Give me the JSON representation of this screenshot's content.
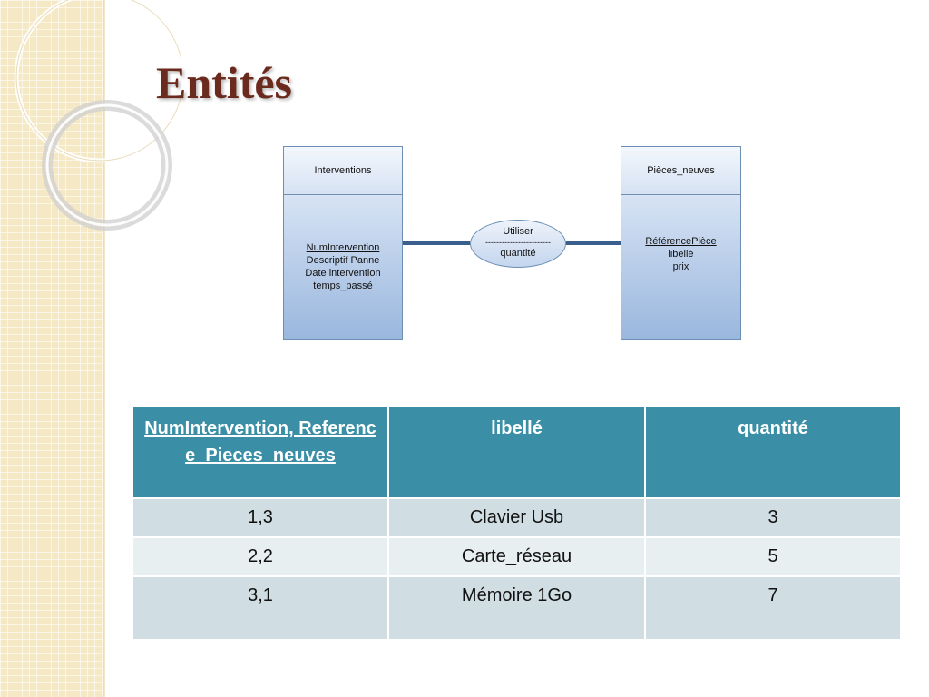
{
  "title": "Entités",
  "diagram": {
    "entity_left": {
      "name": "Interventions",
      "key": "NumIntervention",
      "attributes": [
        "Descriptif Panne",
        "Date intervention",
        "temps_passé"
      ]
    },
    "entity_right": {
      "name": "Pièces_neuves",
      "key": "RéférencePièce",
      "attributes": [
        "libellé",
        "prix"
      ]
    },
    "relation": {
      "name": "Utiliser",
      "separator": "------------------------",
      "attribute": "quantité"
    }
  },
  "table": {
    "headers": [
      "NumIntervention, Reference_Pieces_neuves",
      "libellé",
      "quantité"
    ],
    "rows": [
      [
        "1,3",
        "Clavier Usb",
        "3"
      ],
      [
        "2,2",
        "Carte_réseau",
        "5"
      ],
      [
        "3,1",
        "Mémoire 1Go",
        "7"
      ]
    ]
  },
  "colors": {
    "title": "#6b2a1e",
    "table_header": "#3a8fa6",
    "row_dark": "#d0dee3",
    "row_light": "#e8eff1",
    "link": "#3b5f8c"
  }
}
